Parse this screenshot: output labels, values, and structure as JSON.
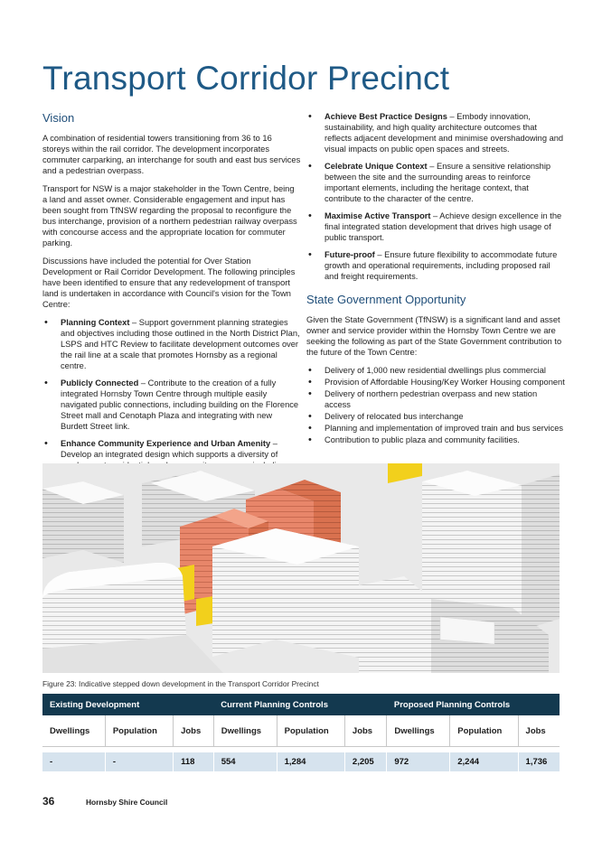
{
  "page": {
    "title": "Transport Corridor Precinct",
    "number": "36",
    "council": "Hornsby Shire Council"
  },
  "vision": {
    "heading": "Vision",
    "paragraphs": [
      "A combination of residential towers transitioning from 36 to 16 storeys within the rail corridor. The development incorporates commuter carparking, an interchange for south and east bus services and a pedestrian overpass.",
      "Transport for NSW is a major stakeholder in the Town Centre, being a land and asset owner. Considerable engagement and input has been sought from TfNSW regarding the proposal to reconfigure the bus interchange, provision of a northern pedestrian railway overpass with concourse access and the appropriate location for commuter parking.",
      "Discussions have included the potential for Over Station Development or Rail Corridor Development. The following principles have been identified to ensure that any redevelopment of transport land is undertaken in accordance with Council's vision for the Town Centre:"
    ]
  },
  "principles": [
    {
      "title": "Planning Context",
      "text": " – Support government planning strategies and objectives including those outlined in the North District Plan, LSPS and HTC Review to facilitate development outcomes over the rail line at a scale that promotes Hornsby as a regional centre."
    },
    {
      "title": "Publicly Connected",
      "text": " – Contribute to the creation of a fully integrated Hornsby Town Centre through multiple easily navigated public connections, including building on the Florence Street mall and Cenotaph Plaza and integrating with new Burdett Street link."
    },
    {
      "title": "Enhance Community Experience and Urban Amenity",
      "text": " – Develop an integrated design which supports a diversity of employment, residential, and community purposes, including housing diversity and affordability."
    },
    {
      "title": "Achieve Best Practice Designs",
      "text": " – Embody innovation, sustainability, and high quality architecture outcomes that reflects adjacent development and minimise overshadowing and visual impacts on public open spaces and streets."
    },
    {
      "title": "Celebrate Unique Context",
      "text": " – Ensure a sensitive relationship between the site and the surrounding areas to reinforce important elements, including the heritage context, that contribute to the character of the centre."
    },
    {
      "title": "Maximise Active Transport",
      "text": " – Achieve design excellence in the final integrated station development that drives high usage of public transport."
    },
    {
      "title": "Future-proof",
      "text": " – Ensure future flexibility to accommodate future growth and operational requirements, including proposed rail and freight requirements."
    }
  ],
  "state_gov": {
    "heading": "State Government Opportunity",
    "intro": "Given the State Government (TfNSW) is a significant land and asset owner and service provider within the Hornsby Town Centre we are seeking the following as part of the State Government contribution to the future of the Town Centre:",
    "items": [
      "Delivery of 1,000 new residential dwellings plus commercial",
      "Provision of Affordable Housing/Key Worker Housing component",
      "Delivery of northern pedestrian overpass and new station access",
      "Delivery of relocated bus interchange",
      "Planning and implementation of improved train and bus services",
      "Contribution to public plaza and community facilities."
    ]
  },
  "figure": {
    "caption": "Figure 23: Indicative stepped down development in the Transport Corridor Precinct"
  },
  "table": {
    "groups": [
      "Existing Development",
      "Current Planning Controls",
      "Proposed Planning Controls"
    ],
    "columns": [
      "Dwellings",
      "Population",
      "Jobs",
      "Dwellings",
      "Population",
      "Jobs",
      "Dwellings",
      "Population",
      "Jobs"
    ],
    "values": [
      "-",
      "-",
      "118",
      "554",
      "1,284",
      "2,205",
      "972",
      "2,244",
      "1,736"
    ]
  },
  "colors": {
    "title": "#1f5a86",
    "header_band": "#13394f",
    "value_row": "#d6e3ee",
    "building_highlight": "#e8866a",
    "building_podium": "#f2d01c"
  }
}
